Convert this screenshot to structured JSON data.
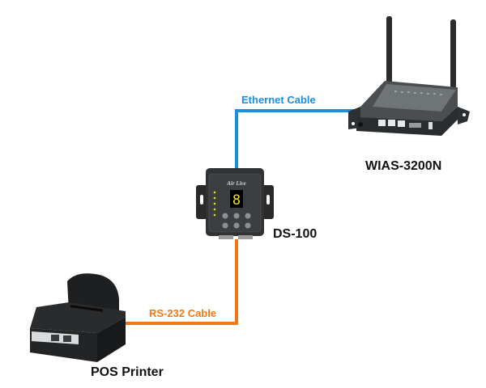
{
  "diagram": {
    "devices": [
      {
        "id": "wias",
        "name": "WIAS-3200N",
        "type": "wireless-gateway"
      },
      {
        "id": "ds100",
        "name": "DS-100",
        "type": "serial-device-server",
        "brand_text": "Air Live",
        "display_digit": "8"
      },
      {
        "id": "printer",
        "name": "POS Printer",
        "type": "pos-printer"
      }
    ],
    "connections": [
      {
        "from": "ds100",
        "to": "wias",
        "label": "Ethernet Cable",
        "color": "#1a8fe0"
      },
      {
        "from": "printer",
        "to": "ds100",
        "label": "RS-232 Cable",
        "color": "#f07814"
      }
    ]
  }
}
